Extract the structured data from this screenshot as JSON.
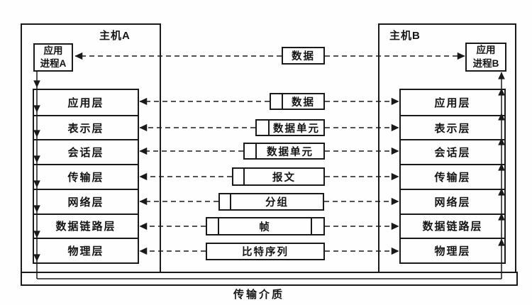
{
  "diagram": {
    "title_semantic": "OSI layered communication between two hosts",
    "ink_color": "#1a1a1a",
    "background_color": "#fefefe",
    "host_a": {
      "title": "主机A",
      "process": "应用\n进程A",
      "layers": [
        "应用层",
        "表示层",
        "会话层",
        "传输层",
        "网络层",
        "数据链路层",
        "物理层"
      ]
    },
    "host_b": {
      "title": "主机B",
      "process": "应用\n进程B",
      "layers": [
        "应用层",
        "表示层",
        "会话层",
        "传输层",
        "网络层",
        "数据链路层",
        "物理层"
      ]
    },
    "pdus": [
      {
        "label": "数据",
        "has_header": false,
        "has_trailer": false
      },
      {
        "label": "数据",
        "has_header": true,
        "has_trailer": false
      },
      {
        "label": "数据单元",
        "has_header": true,
        "has_trailer": false
      },
      {
        "label": "数据单元",
        "has_header": true,
        "has_trailer": false
      },
      {
        "label": "报文",
        "has_header": true,
        "has_trailer": false
      },
      {
        "label": "分组",
        "has_header": true,
        "has_trailer": false
      },
      {
        "label": "帧",
        "has_header": true,
        "has_trailer": true
      },
      {
        "label": "比特序列",
        "has_header": false,
        "has_trailer": false
      }
    ],
    "medium_label": "传输介质"
  }
}
